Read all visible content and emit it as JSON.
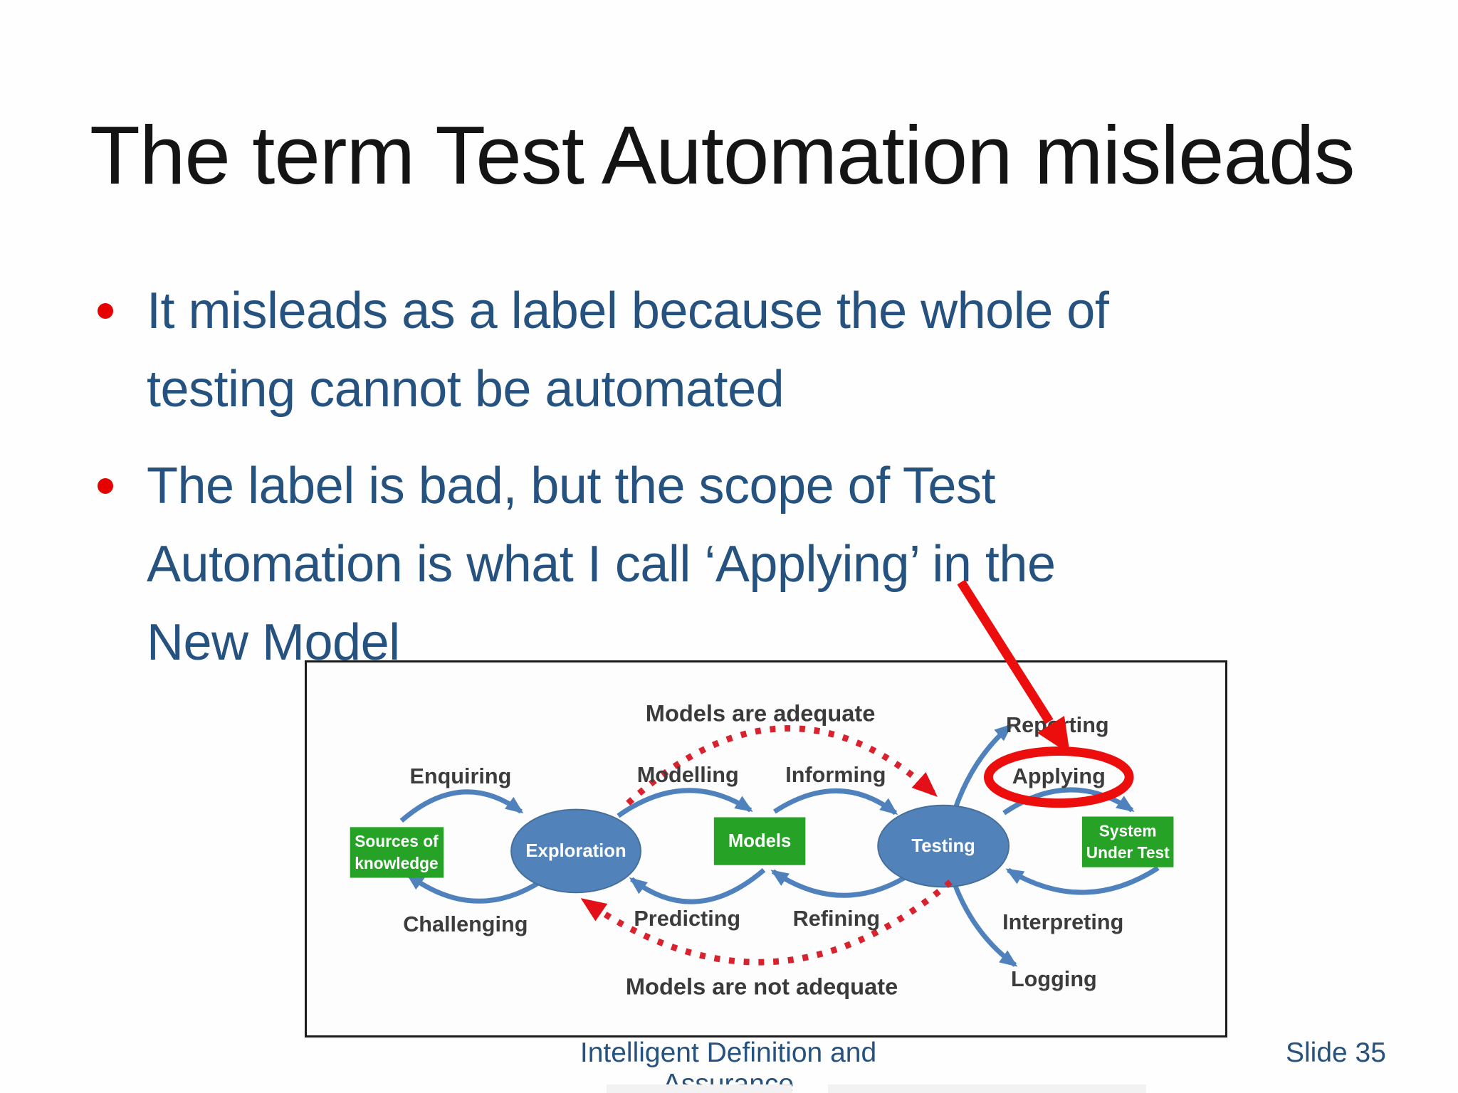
{
  "slide": {
    "title": "The term Test Automation misleads",
    "bullets": [
      {
        "lines": [
          "It misleads as a label because the whole of",
          "testing cannot be automated"
        ]
      },
      {
        "lines": [
          "The label is bad, but the scope of Test",
          "Automation is what I call ‘Applying’ in the",
          "New Model"
        ]
      }
    ],
    "footer_left": "Intelligent Definition and Assurance",
    "footer_right": "Slide 35"
  },
  "diagram": {
    "flow_labels": {
      "enquiring": "Enquiring",
      "modelling": "Modelling",
      "informing": "Informing",
      "applying": "Applying",
      "reporting": "Reporting",
      "challenging": "Challenging",
      "predicting": "Predicting",
      "refining": "Refining",
      "interpreting": "Interpreting",
      "logging": "Logging"
    },
    "condition_labels": {
      "adequate": "Models are adequate",
      "not_adequate": "Models are not adequate"
    },
    "nodes": {
      "sources_line1": "Sources of",
      "sources_line2": "knowledge",
      "exploration": "Exploration",
      "models": "Models",
      "testing": "Testing",
      "sut_line1": "System",
      "sut_line2": "Under Test"
    },
    "colors": {
      "node_blue": "#5182ba",
      "node_green": "#26a226",
      "arrow_blue": "#4f81bd",
      "loop_red": "#d8222e",
      "annotation_red": "#ec0d0d",
      "bullet_blue": "#26527f",
      "bullet_dot_red": "#e60000",
      "label_gray": "#3c3c3c"
    }
  }
}
